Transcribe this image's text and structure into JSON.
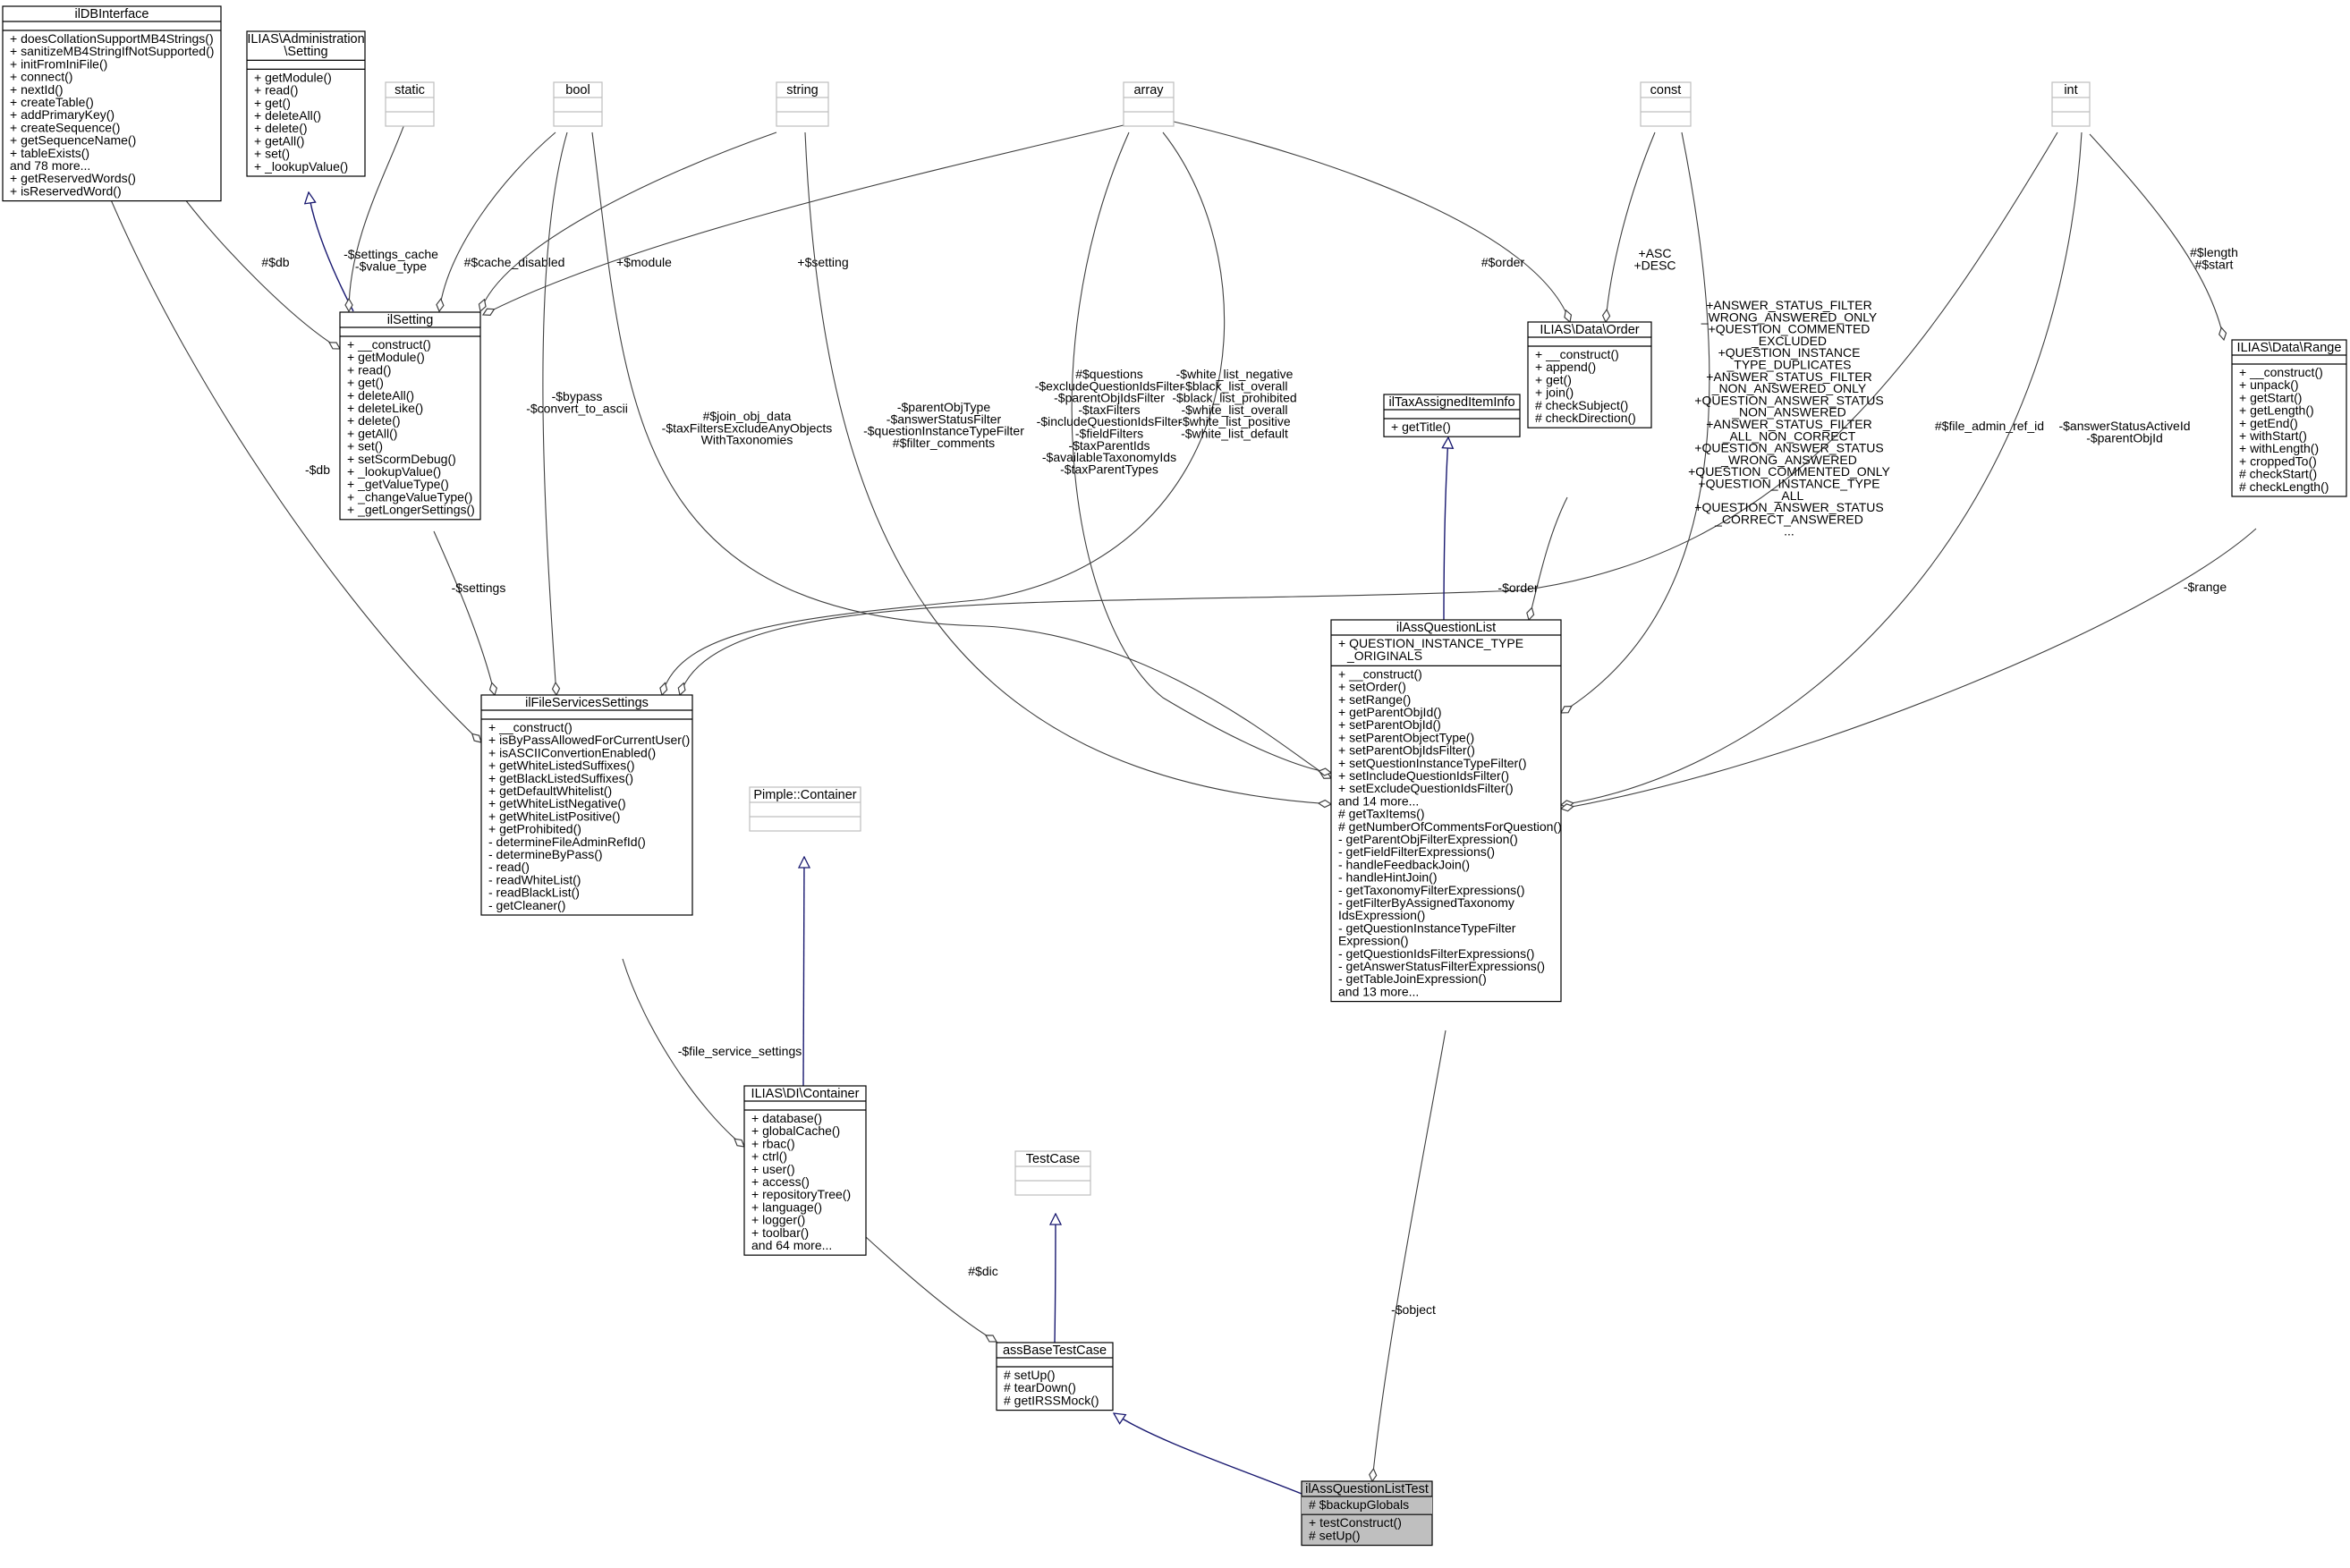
{
  "diagram": {
    "classes": [
      {
        "id": "ilDBInterface",
        "title": [
          "ilDBInterface"
        ],
        "attributes": [],
        "methods": [
          "+ doesCollationSupportMB4Strings()",
          "+ sanitizeMB4StringIfNotSupported()",
          "+ initFromIniFile()",
          "+ connect()",
          "+ nextId()",
          "+ createTable()",
          "+ addPrimaryKey()",
          "+ createSequence()",
          "+ getSequenceName()",
          "+ tableExists()",
          "and 78 more...",
          "+ getReservedWords()",
          "+ isReservedWord()"
        ]
      },
      {
        "id": "ilias_admin_setting",
        "title": [
          "ILIAS\\Administration",
          "\\Setting"
        ],
        "attributes": [],
        "methods": [
          "+ getModule()",
          "+ read()",
          "+ get()",
          "+ deleteAll()",
          "+ delete()",
          "+ getAll()",
          "+ set()",
          "+ _lookupValue()"
        ]
      },
      {
        "id": "static",
        "title": [
          "static"
        ],
        "attributes": [],
        "methods": [],
        "ghost": true
      },
      {
        "id": "bool",
        "title": [
          "bool"
        ],
        "attributes": [],
        "methods": [],
        "ghost": true
      },
      {
        "id": "string",
        "title": [
          "string"
        ],
        "attributes": [],
        "methods": [],
        "ghost": true
      },
      {
        "id": "array",
        "title": [
          "array"
        ],
        "attributes": [],
        "methods": [],
        "ghost": true
      },
      {
        "id": "const",
        "title": [
          "const"
        ],
        "attributes": [],
        "methods": [],
        "ghost": true
      },
      {
        "id": "int",
        "title": [
          "int"
        ],
        "attributes": [],
        "methods": [],
        "ghost": true
      },
      {
        "id": "ilSetting",
        "title": [
          "ilSetting"
        ],
        "attributes": [],
        "methods": [
          "+ __construct()",
          "+ getModule()",
          "+ read()",
          "+ get()",
          "+ deleteAll()",
          "+ deleteLike()",
          "+ delete()",
          "+ getAll()",
          "+ set()",
          "+ setScormDebug()",
          "+ _lookupValue()",
          "+ _getValueType()",
          "+ _changeValueType()",
          "+ _getLongerSettings()"
        ]
      },
      {
        "id": "ilias_data_order",
        "title": [
          "ILIAS\\Data\\Order"
        ],
        "attributes": [],
        "methods": [
          "+ __construct()",
          "+ append()",
          "+ get()",
          "+ join()",
          "# checkSubject()",
          "# checkDirection()"
        ]
      },
      {
        "id": "ilTaxAssignedItemInfo",
        "title": [
          "ilTaxAssignedItemInfo"
        ],
        "attributes": [],
        "methods": [
          "+ getTitle()"
        ]
      },
      {
        "id": "ilias_data_range",
        "title": [
          "ILIAS\\Data\\Range"
        ],
        "attributes": [],
        "methods": [
          "+ __construct()",
          "+ unpack()",
          "+ getStart()",
          "+ getLength()",
          "+ getEnd()",
          "+ withStart()",
          "+ withLength()",
          "+ croppedTo()",
          "# checkStart()",
          "# checkLength()"
        ]
      },
      {
        "id": "ilAssQuestionList",
        "title": [
          "ilAssQuestionList"
        ],
        "attributes": [
          "+ QUESTION_INSTANCE_TYPE",
          "_ORIGINALS"
        ],
        "methods": [
          "+ __construct()",
          "+ setOrder()",
          "+ setRange()",
          "+ getParentObjId()",
          "+ setParentObjId()",
          "+ setParentObjectType()",
          "+ setParentObjIdsFilter()",
          "+ setQuestionInstanceTypeFilter()",
          "+ setIncludeQuestionIdsFilter()",
          "+ setExcludeQuestionIdsFilter()",
          "and 14 more...",
          "# getTaxItems()",
          "# getNumberOfCommentsForQuestion()",
          "- getParentObjFilterExpression()",
          "- getFieldFilterExpressions()",
          "- handleFeedbackJoin()",
          "- handleHintJoin()",
          "- getTaxonomyFilterExpressions()",
          "- getFilterByAssignedTaxonomy",
          "IdsExpression()",
          "- getQuestionInstanceTypeFilter",
          "Expression()",
          "- getQuestionIdsFilterExpressions()",
          "- getAnswerStatusFilterExpressions()",
          "- getTableJoinExpression()",
          "and 13 more..."
        ]
      },
      {
        "id": "ilFileServicesSettings",
        "title": [
          "ilFileServicesSettings"
        ],
        "attributes": [],
        "methods": [
          "+ __construct()",
          "+ isByPassAllowedForCurrentUser()",
          "+ isASCIIConvertionEnabled()",
          "+ getWhiteListedSuffixes()",
          "+ getBlackListedSuffixes()",
          "+ getDefaultWhitelist()",
          "+ getWhiteListNegative()",
          "+ getWhiteListPositive()",
          "+ getProhibited()",
          "- determineFileAdminRefId()",
          "- determineByPass()",
          "- read()",
          "- readWhiteList()",
          "- readBlackList()",
          "- getCleaner()"
        ]
      },
      {
        "id": "pimple_container",
        "title": [
          "Pimple::Container"
        ],
        "attributes": [],
        "methods": [],
        "ghost": true
      },
      {
        "id": "ilias_di_container",
        "title": [
          "ILIAS\\DI\\Container"
        ],
        "attributes": [],
        "methods": [
          "+ database()",
          "+ globalCache()",
          "+ rbac()",
          "+ ctrl()",
          "+ user()",
          "+ access()",
          "+ repositoryTree()",
          "+ language()",
          "+ logger()",
          "+ toolbar()",
          "and 64 more..."
        ]
      },
      {
        "id": "testcase",
        "title": [
          "TestCase"
        ],
        "attributes": [],
        "methods": [],
        "ghost": true
      },
      {
        "id": "assBaseTestCase",
        "title": [
          "assBaseTestCase"
        ],
        "attributes": [],
        "methods": [
          "# setUp()",
          "# tearDown()",
          "# getIRSSMock()"
        ]
      },
      {
        "id": "ilAssQuestionListTest",
        "title": [
          "ilAssQuestionListTest"
        ],
        "attributes": [
          "# $backupGlobals"
        ],
        "methods": [
          "+ testConstruct()",
          "# setUp()"
        ],
        "highlight": true
      }
    ],
    "edges": [
      {
        "id": "e-admin-setting",
        "kind": "inherit",
        "label": []
      },
      {
        "id": "e-static-setting",
        "kind": "assoc",
        "label": [
          "-$settings_cache",
          "-$value_type"
        ]
      },
      {
        "id": "e-bool-setting",
        "kind": "assoc",
        "label": [
          "#$cache_disabled"
        ]
      },
      {
        "id": "e-string-setting",
        "kind": "assoc",
        "label": [
          "+$module"
        ]
      },
      {
        "id": "e-array-setting",
        "kind": "assoc",
        "label": [
          "+$setting"
        ]
      },
      {
        "id": "e-db-setting",
        "kind": "assoc",
        "label": [
          "#$db"
        ]
      },
      {
        "id": "e-db-file",
        "kind": "assoc",
        "label": [
          "-$db"
        ]
      },
      {
        "id": "e-setting-file",
        "kind": "assoc",
        "label": [
          "-$settings"
        ]
      },
      {
        "id": "e-bool-file",
        "kind": "assoc",
        "label": [
          "-$bypass",
          "-$convert_to_ascii"
        ]
      },
      {
        "id": "e-array-file",
        "kind": "assoc",
        "label": [
          "-$white_list_negative",
          "-$black_list_overall",
          "-$black_list_prohibited",
          "-$white_list_overall",
          "-$white_list_positive",
          "-$white_list_default"
        ]
      },
      {
        "id": "e-int-file",
        "kind": "assoc",
        "label": [
          "#$file_admin_ref_id"
        ]
      },
      {
        "id": "e-bool-list",
        "kind": "assoc",
        "label": [
          "#$join_obj_data",
          "-$taxFiltersExcludeAnyObjects",
          "WithTaxonomies"
        ]
      },
      {
        "id": "e-string-list",
        "kind": "assoc",
        "label": [
          "-$parentObjType",
          "-$answerStatusFilter",
          "-$questionInstanceTypeFilter",
          "#$filter_comments"
        ]
      },
      {
        "id": "e-array-list",
        "kind": "assoc",
        "label": [
          "#$questions",
          "-$excludeQuestionIdsFilter",
          "-$parentObjIdsFilter",
          "-$taxFilters",
          "-$includeQuestionIdsFilter",
          "-$fieldFilters",
          "-$taxParentIds",
          "-$availableTaxonomyIds",
          "-$taxParentTypes"
        ]
      },
      {
        "id": "e-array-order",
        "kind": "assoc",
        "label": [
          "#$order"
        ]
      },
      {
        "id": "e-const-order",
        "kind": "assoc",
        "label": [
          "+ASC",
          "+DESC"
        ]
      },
      {
        "id": "e-const-list",
        "kind": "assoc",
        "label": [
          "+ANSWER_STATUS_FILTER",
          "_WRONG_ANSWERED_ONLY",
          "+QUESTION_COMMENTED",
          "_EXCLUDED",
          "+QUESTION_INSTANCE",
          "_TYPE_DUPLICATES",
          "+ANSWER_STATUS_FILTER",
          "_NON_ANSWERED_ONLY",
          "+QUESTION_ANSWER_STATUS",
          "_NON_ANSWERED",
          "+ANSWER_STATUS_FILTER",
          "_ALL_NON_CORRECT",
          "+QUESTION_ANSWER_STATUS",
          "_WRONG_ANSWERED",
          "+QUESTION_COMMENTED_ONLY",
          "+QUESTION_INSTANCE_TYPE",
          "_ALL",
          "+QUESTION_ANSWER_STATUS",
          "_CORRECT_ANSWERED",
          "..."
        ]
      },
      {
        "id": "e-int-list",
        "kind": "assoc",
        "label": [
          "-$answerStatusActiveId",
          "-$parentObjId"
        ]
      },
      {
        "id": "e-int-range",
        "kind": "assoc",
        "label": [
          "#$length",
          "#$start"
        ]
      },
      {
        "id": "e-range-list",
        "kind": "assoc",
        "label": [
          "-$range"
        ]
      },
      {
        "id": "e-order-list",
        "kind": "assoc",
        "label": [
          "-$order"
        ]
      },
      {
        "id": "e-tax-list",
        "kind": "inherit",
        "label": []
      },
      {
        "id": "e-file-di",
        "kind": "assoc",
        "label": [
          "-$file_service_settings"
        ]
      },
      {
        "id": "e-pimple-di",
        "kind": "inherit",
        "label": []
      },
      {
        "id": "e-di-base",
        "kind": "assoc",
        "label": [
          "#$dic"
        ]
      },
      {
        "id": "e-testcase-base",
        "kind": "inherit",
        "label": []
      },
      {
        "id": "e-base-test",
        "kind": "inherit",
        "label": []
      },
      {
        "id": "e-list-test",
        "kind": "assoc",
        "label": [
          "-$object"
        ]
      }
    ]
  }
}
